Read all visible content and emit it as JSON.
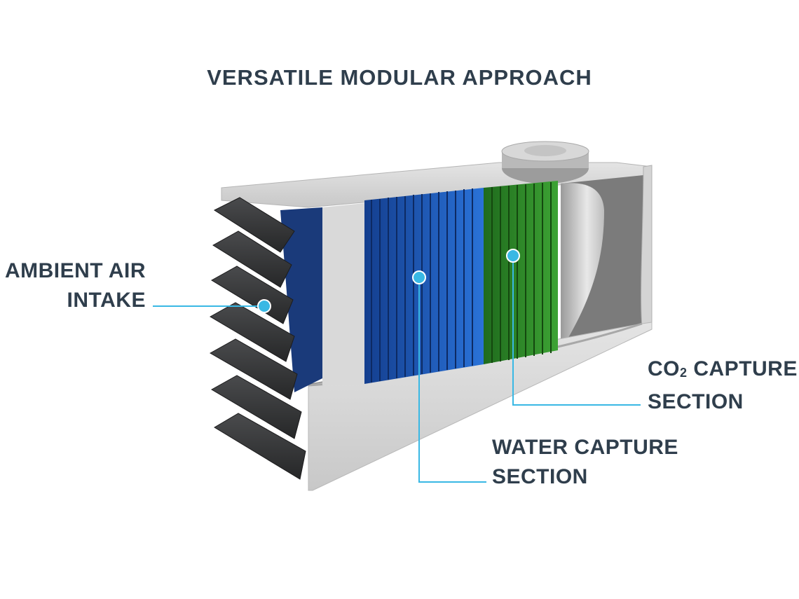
{
  "title": "VERSATILE MODULAR APPROACH",
  "labels": {
    "ambient": {
      "line1": "AMBIENT AIR",
      "line2": "INTAKE"
    },
    "co2": {
      "line1_prefix": "CO",
      "line1_sub": "2",
      "line1_suffix": " CAPTURE",
      "line2": "SECTION"
    },
    "water": {
      "line1": "WATER CAPTURE",
      "line2": "SECTION"
    }
  },
  "colors": {
    "text": "#2f3e4c",
    "callout": "#39b8e4",
    "water_section": "#1f5fc4",
    "co2_section": "#2f8a2a",
    "louvers": "#3a3b3d",
    "housing": "#d9d9d9"
  }
}
